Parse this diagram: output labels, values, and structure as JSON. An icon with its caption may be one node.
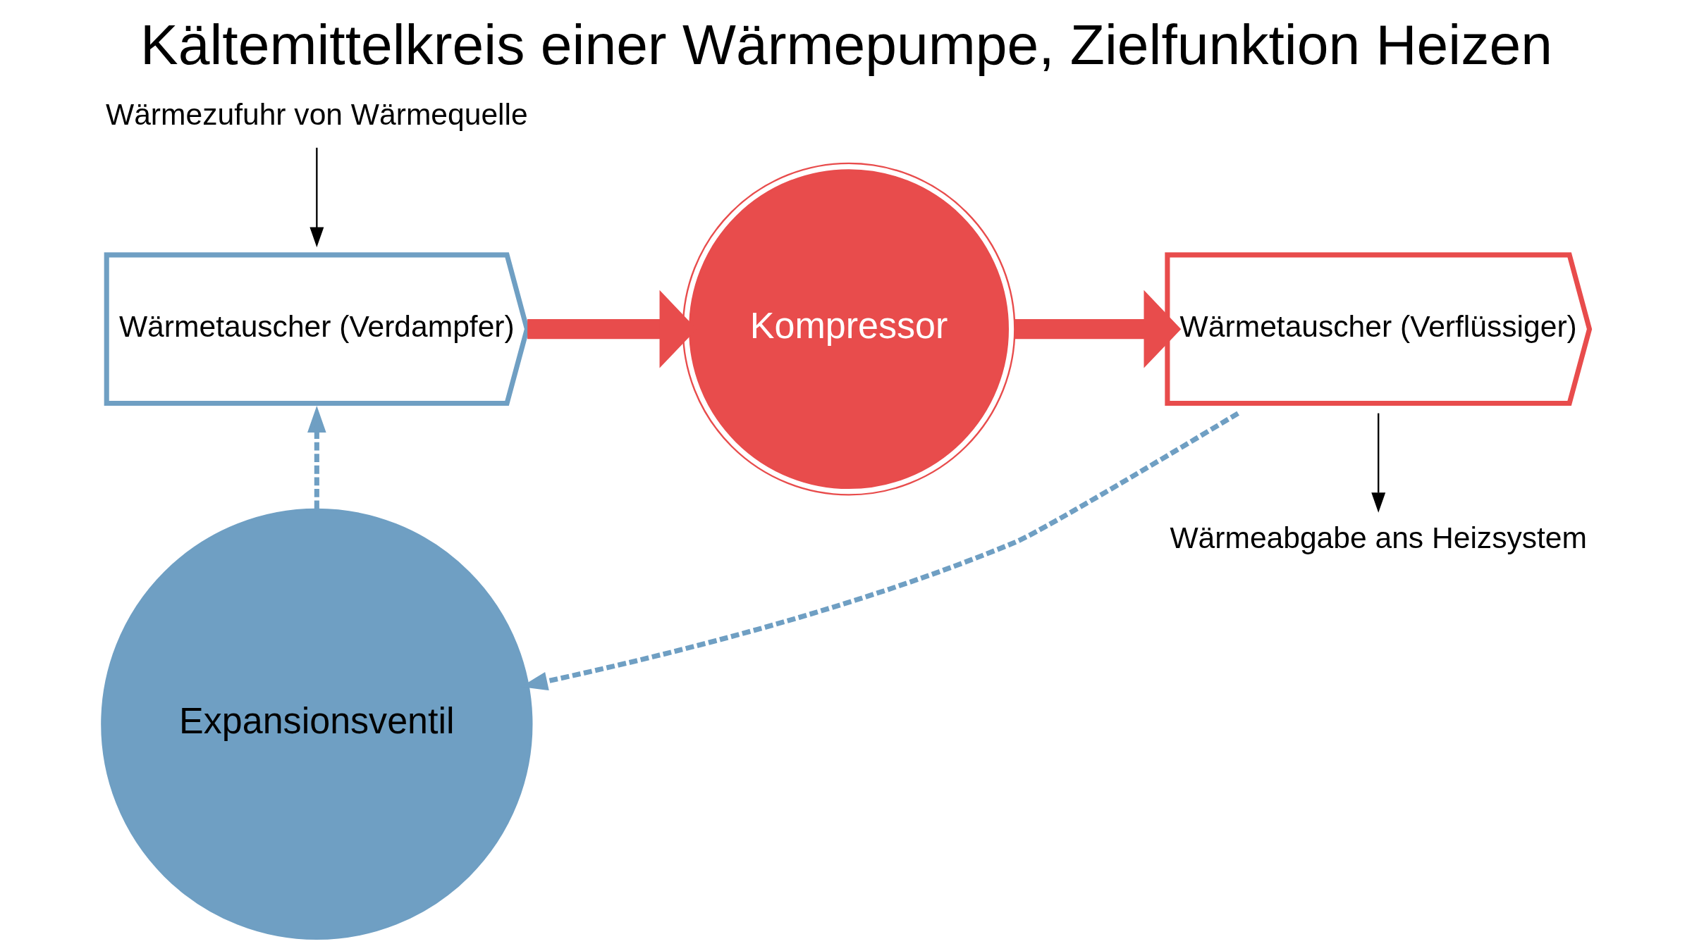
{
  "diagram": {
    "title": "Kältemittelkreis einer Wärmepumpe, Zielfunktion Heizen",
    "nodes": [
      {
        "text": [
          "Wärmezufuhr von Wärmequelle"
        ]
      },
      {
        "text": [
          "Wärmetauscher (Verdampfer)"
        ]
      },
      {
        "text": [
          "Kompressor"
        ]
      },
      {
        "text": [
          "Wärmetauscher (Verflüssiger)"
        ]
      },
      {
        "text": [
          "Wärmeabgabe ans Heizsystem"
        ]
      },
      {
        "text": [
          "Expansionsventil"
        ]
      }
    ],
    "edges": [
      {
        "from": 0,
        "to": 1,
        "arrow": "to",
        "color": "#000000"
      },
      {
        "from": 1,
        "to": 2,
        "arrow": "to",
        "style": "thick",
        "color": "#e84c4c"
      },
      {
        "from": 2,
        "to": 3,
        "arrow": "to",
        "style": "thick",
        "color": "#e84c4c"
      },
      {
        "from": 3,
        "to": 4,
        "arrow": "to",
        "color": "#000000"
      },
      {
        "from": 3,
        "to": 5,
        "arrow": "to",
        "style": "dashed",
        "color": "#6f9fc3"
      },
      {
        "from": 5,
        "to": 1,
        "arrow": "to",
        "style": "dashed",
        "color": "#6f9fc3"
      }
    ]
  }
}
